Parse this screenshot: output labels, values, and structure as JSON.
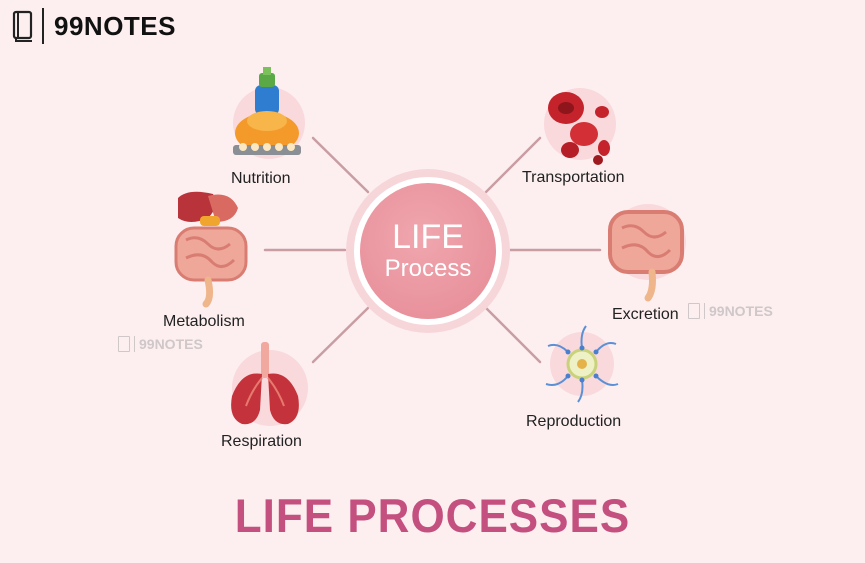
{
  "brand": "99NOTES",
  "watermark": "99NOTES",
  "center": {
    "line1": "LIFE",
    "line2": "Process"
  },
  "processes": {
    "nutrition": "Nutrition",
    "metabolism": "Metabolism",
    "respiration": "Respiration",
    "transportation": "Transportation",
    "excretion": "Excretion",
    "reproduction": "Reproduction"
  },
  "icons": {
    "nutrition": "food-icon",
    "metabolism": "digestive-organs-icon",
    "respiration": "lungs-icon",
    "transportation": "blood-cells-icon",
    "excretion": "intestine-icon",
    "reproduction": "sperm-egg-icon"
  },
  "title": "LIFE PROCESSES",
  "colors": {
    "background": "#fdeff0",
    "accent": "#c4507f",
    "center": "#e58a95",
    "connector": "#c99ea3"
  }
}
